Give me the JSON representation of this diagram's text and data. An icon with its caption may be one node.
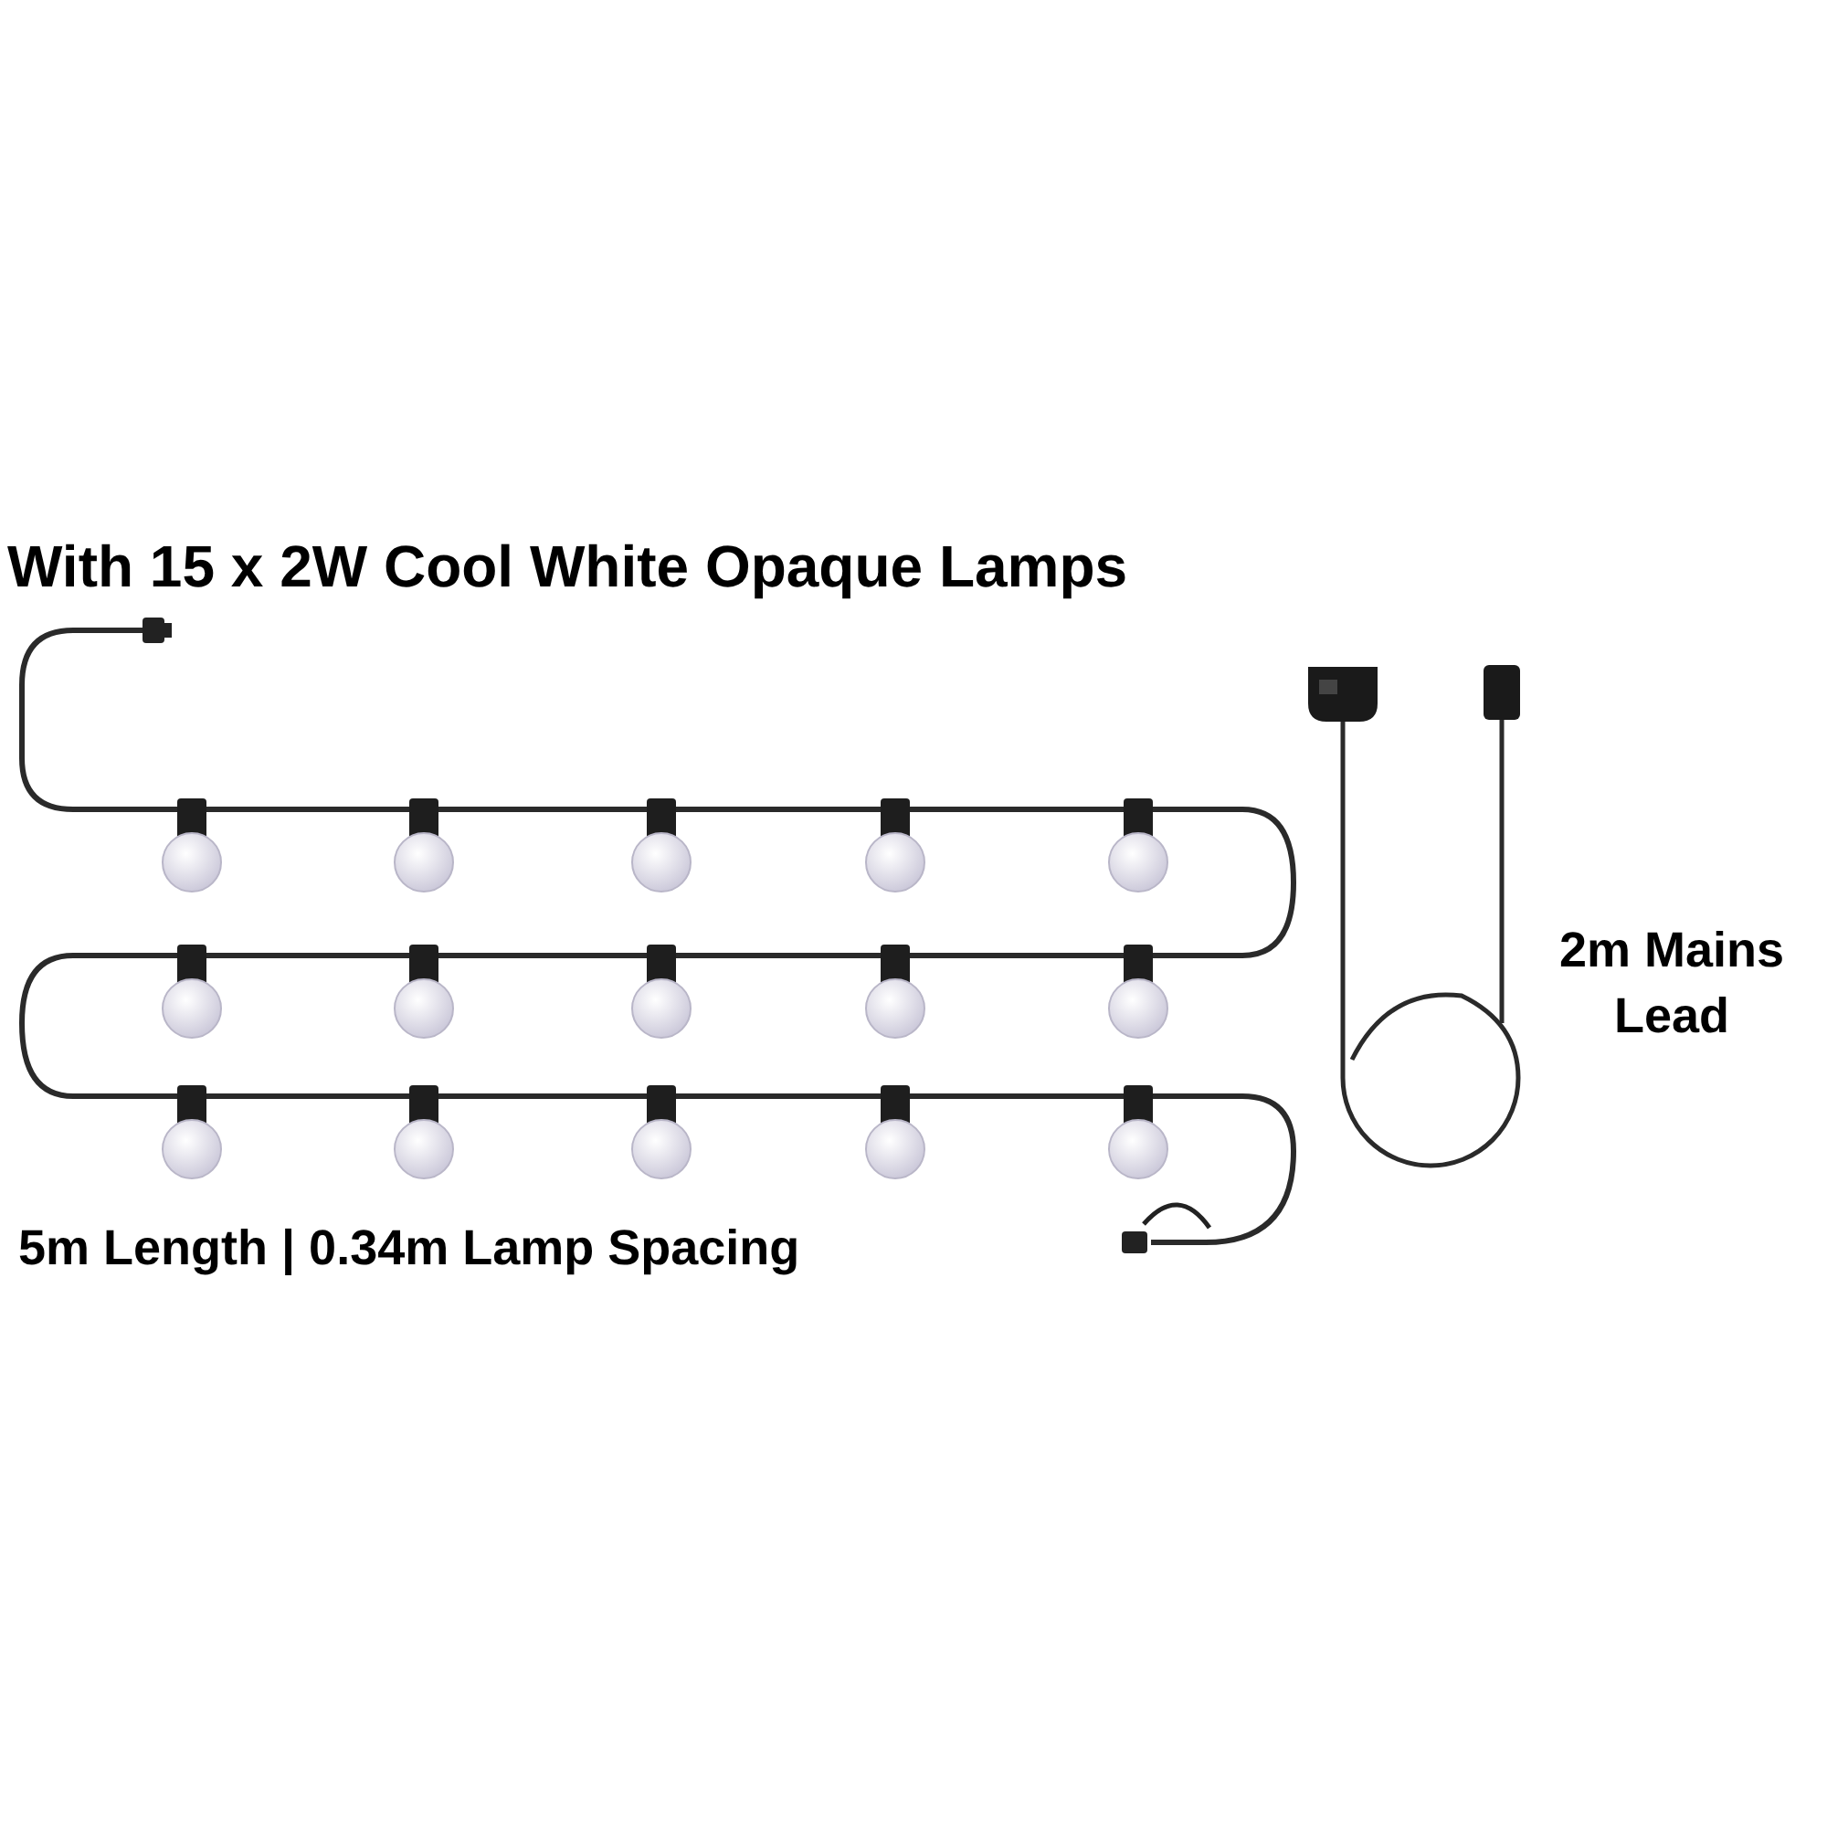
{
  "diagram": {
    "title": "With 15 x 2W Cool White Opaque Lamps",
    "labels": [
      "2m Mains Lead",
      "5m Length | 0.34m Lamp Spacing"
    ]
  }
}
